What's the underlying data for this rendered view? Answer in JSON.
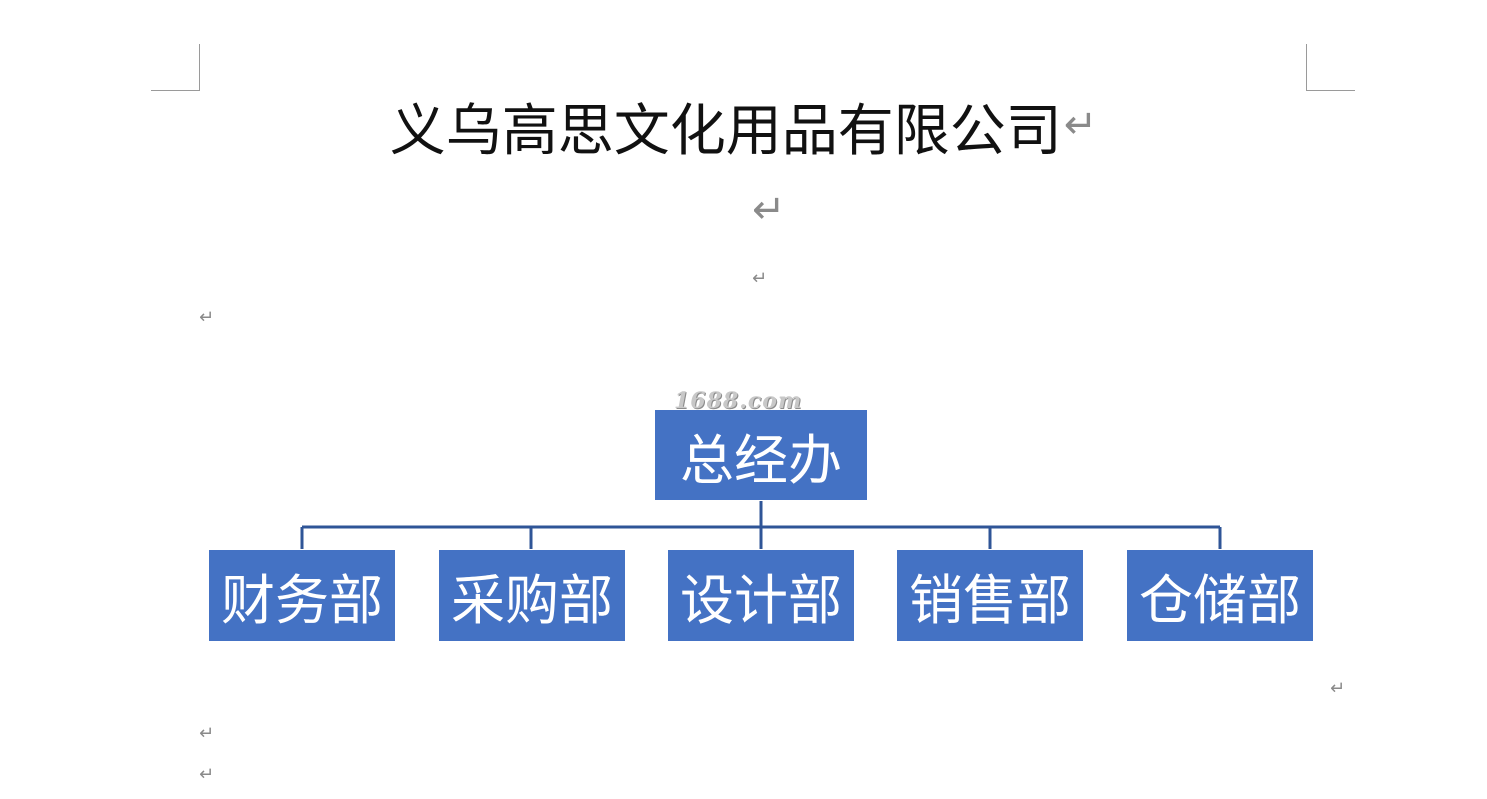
{
  "document": {
    "title": "义乌高思文化用品有限公司",
    "paragraph_mark": "↵",
    "watermark": "1688.com"
  },
  "org_chart": {
    "root": "总经办",
    "departments": [
      "财务部",
      "采购部",
      "设计部",
      "销售部",
      "仓储部"
    ],
    "box_color": "#4472c4",
    "line_color": "#2f5597"
  }
}
